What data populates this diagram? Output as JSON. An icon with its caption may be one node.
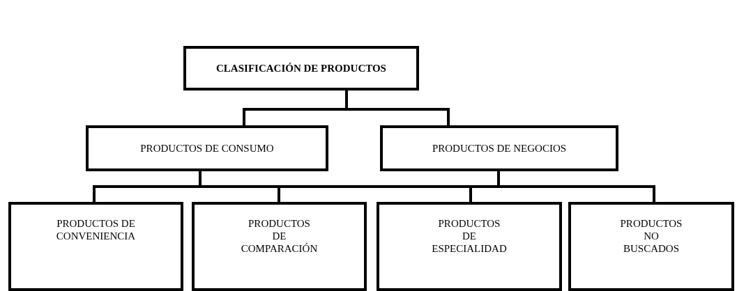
{
  "diagram": {
    "nodes": [
      {
        "text": [
          "CLASIFICACIÓN DE PRODUCTOS"
        ]
      },
      {
        "text": [
          "PRODUCTOS DE CONSUMO"
        ]
      },
      {
        "text": [
          "PRODUCTOS DE NEGOCIOS"
        ]
      },
      {
        "text": [
          "PRODUCTOS DE CONVENIENCIA"
        ]
      },
      {
        "text": [
          "PRODUCTOS DE COMPARACIÓN"
        ]
      },
      {
        "text": [
          "PRODUCTOS DE ESPECIALIDAD"
        ]
      },
      {
        "text": [
          "PRODUCTOS NO BUSCADOS"
        ]
      }
    ],
    "edges": [
      {
        "from": 0,
        "to": 1,
        "arrow": "none"
      },
      {
        "from": 0,
        "to": 2,
        "arrow": "none"
      },
      {
        "from": 1,
        "to": 3,
        "arrow": "none"
      },
      {
        "from": 1,
        "to": 4,
        "arrow": "none"
      },
      {
        "from": 1,
        "to": 5,
        "arrow": "none"
      },
      {
        "from": 1,
        "to": 6,
        "arrow": "none"
      },
      {
        "from": 2,
        "to": 3,
        "arrow": "none"
      },
      {
        "from": 2,
        "to": 4,
        "arrow": "none"
      },
      {
        "from": 2,
        "to": 5,
        "arrow": "none"
      },
      {
        "from": 2,
        "to": 6,
        "arrow": "none"
      }
    ]
  }
}
